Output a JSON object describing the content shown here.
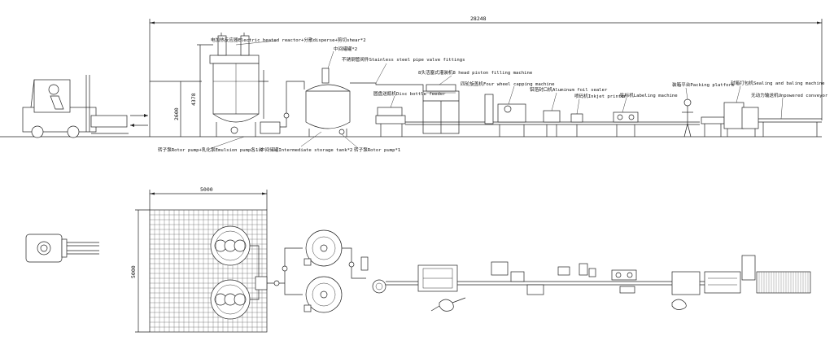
{
  "dimensions": {
    "total_length": "28248",
    "height_a": "4378",
    "height_b": "2600",
    "room_width": "5000",
    "room_depth": "5000"
  },
  "labels": {
    "heated_reactor": "电加热反应器Electric heated reactor+分散disperse+剪切shear*2",
    "intermediate_tank_top": "中间罐罐*2",
    "pipe_fittings": "不锈钢管阀件Stainless steel pipe valve fittings",
    "filling_machine": "8头活塞式灌装机8 head piston filling machine",
    "disc_feeder": "圆盘送瓶机Disc bottle feeder",
    "capping_machine": "四轮旋盖机Four wheel capping machine",
    "foil_sealer": "铝箔封口机Aluminum foil sealer",
    "inkjet_printer": "喷码机Inkjet printer",
    "labeling_machine": "贴标机Labeling machine",
    "packing_platform": "装箱平台Packing platform",
    "sealing_baling": "封箱打包机Sealing and baling machine",
    "conveyor": "无动力输送机Unpowered conveyor",
    "rotor_emulsion_pump": "转子泵Rotor pump+乳化泵Emulsion pump各1台",
    "intermediate_storage_tank": "中间储罐Intermediate storage tank*2",
    "rotor_pump": "转子泵Rotor pump*1"
  }
}
